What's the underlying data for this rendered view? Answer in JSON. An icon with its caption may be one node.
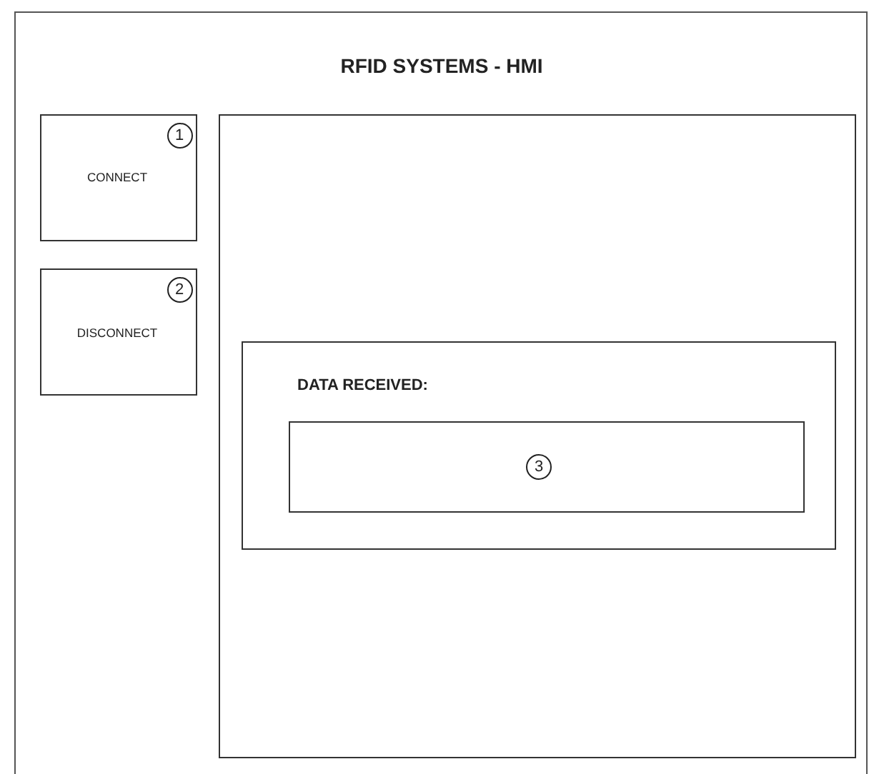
{
  "diagram": {
    "nodes": [
      {
        "text": [
          "RFID SYSTEMS - HMI"
        ]
      },
      {
        "text": [
          "1",
          "CONNECT"
        ],
        "in": 0
      },
      {
        "text": [
          "2",
          "DISCONNECT"
        ],
        "in": 0
      },
      {
        "text": [],
        "shape": "box",
        "in": 0
      },
      {
        "text": [
          "DATA RECEIVED:"
        ],
        "in": 3
      },
      {
        "text": [
          "3"
        ],
        "in": 4
      }
    ]
  }
}
